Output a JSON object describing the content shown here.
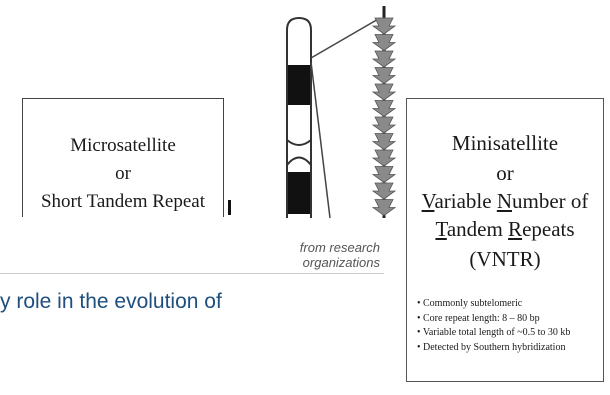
{
  "micro_box": {
    "lines": [
      "Microsatellite",
      "or",
      "Short Tandem Repeat"
    ]
  },
  "mini_box": {
    "lines": [
      "Minisatellite",
      "or"
    ],
    "vntr_line1": {
      "first": "V",
      "rest1": "ariable ",
      "second": "N",
      "rest2": "umber of"
    },
    "vntr_line2": {
      "first": "T",
      "rest1": "andem ",
      "second": "R",
      "rest2": "epeats"
    },
    "vntr_line3": "(VNTR)",
    "bullets": [
      "• Commonly subtelomeric",
      "• Core repeat length: 8 – 80 bp",
      "• Variable total length of ~0.5 to 30 kb",
      "• Detected by Southern hybridization"
    ]
  },
  "caption": "from research organizations",
  "headline": "y role in the evolution of",
  "colors": {
    "headline": "#1f4f7d",
    "arrows": "#8a8a8a",
    "bands": "#111111"
  }
}
